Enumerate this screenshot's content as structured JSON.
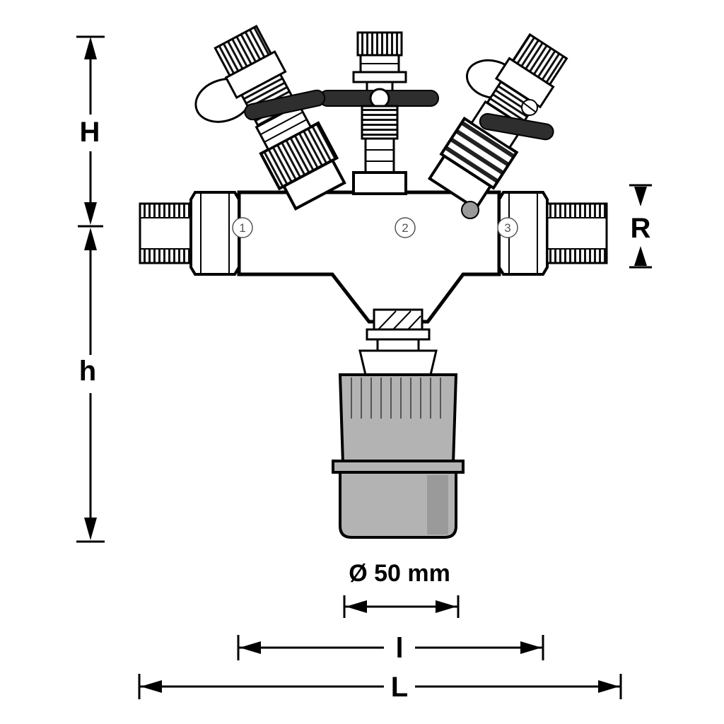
{
  "drawing": {
    "subject": "backflow-preventer-valve-dimension-drawing",
    "dimension_labels": {
      "height_upper": "H",
      "height_lower": "h",
      "thread": "R",
      "funnel_diameter": "Ø 50 mm",
      "length_inner": "l",
      "length_overall": "L"
    },
    "port_labels": [
      "1",
      "2",
      "3"
    ],
    "colors": {
      "line": "#000000",
      "fill": "#ffffff",
      "funnel_gray": "#b3b3b3",
      "funnel_gray_dark": "#9a9a9a",
      "handle_dark": "#2e2e2e"
    }
  }
}
